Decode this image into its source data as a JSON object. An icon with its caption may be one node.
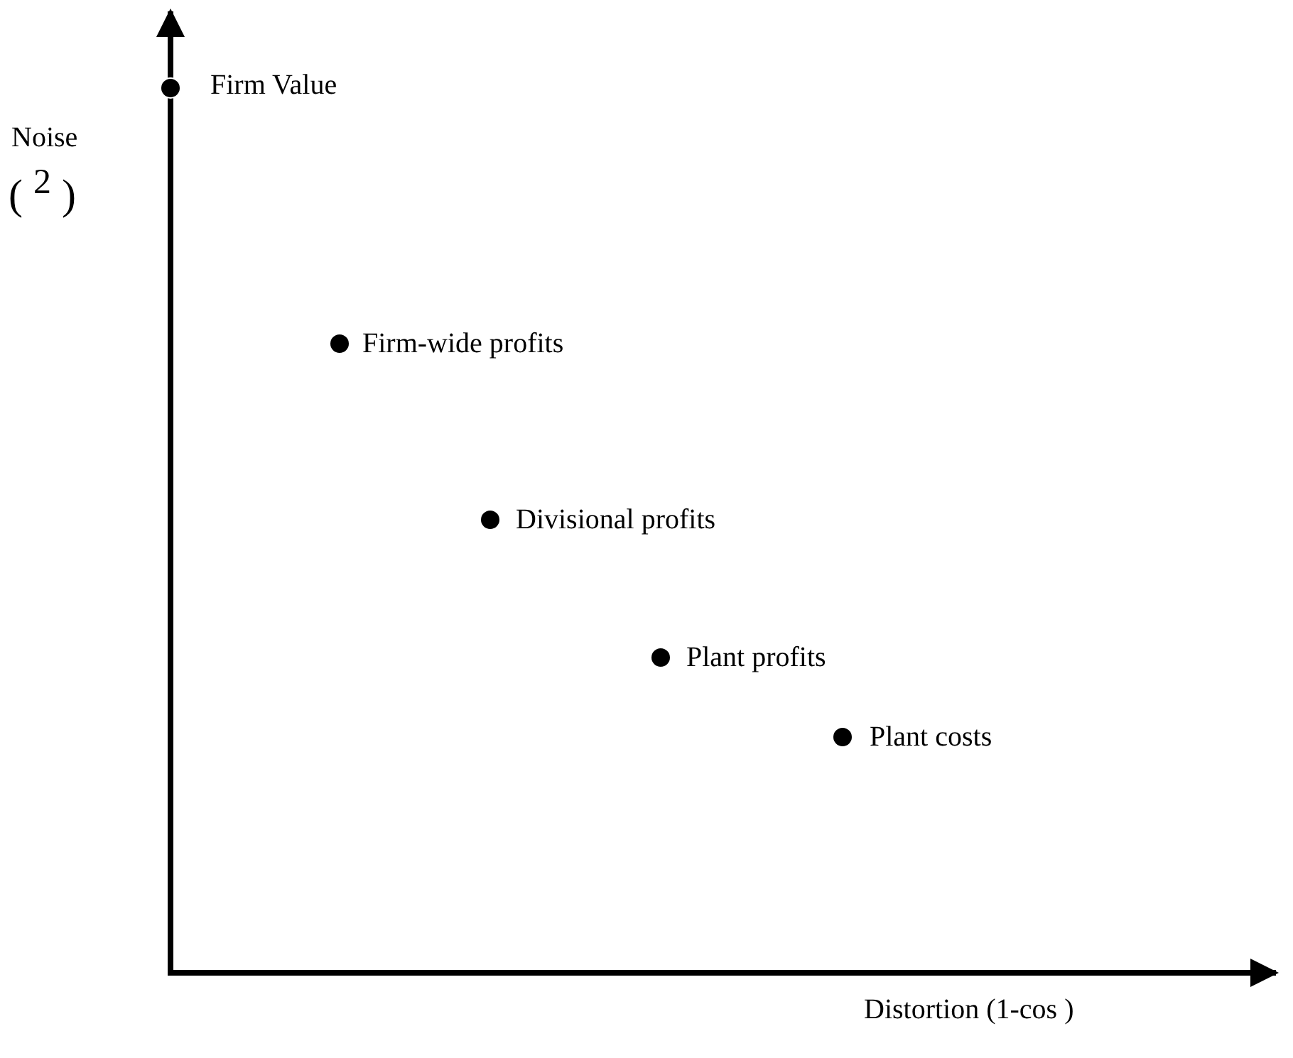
{
  "diagram": {
    "labels": [
      "Noise",
      "( $^{2}$ )",
      "Firm Value",
      "Firm-wide profits",
      "Divisional profits",
      "Plant profits",
      "Plant costs",
      "Distortion (1-cos )"
    ]
  }
}
